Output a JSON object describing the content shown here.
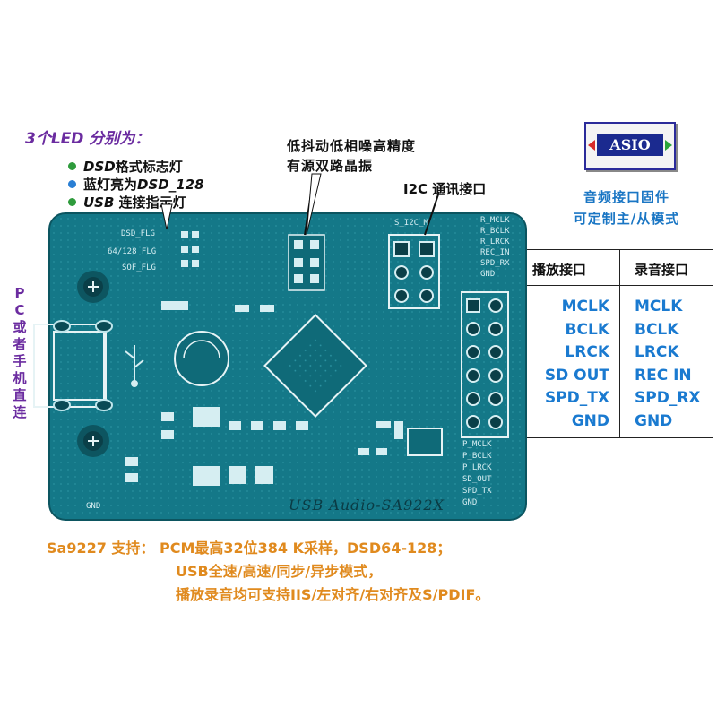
{
  "leds": {
    "title": "3个LED 分别为：",
    "items": [
      {
        "label": "DSD",
        "desc": "格式标志灯",
        "color": "#2e9b3c"
      },
      {
        "label": "蓝灯亮为",
        "desc": "DSD_128",
        "color": "#2a7fd4"
      },
      {
        "label": "USB",
        "desc": " 连接指示灯",
        "color": "#2e9b3c"
      }
    ]
  },
  "oscillator_note": {
    "line1": "低抖动低相噪高精度",
    "line2": "有源双路晶振"
  },
  "i2c_note": "I2C 通讯接口",
  "logo": {
    "text": "ASIO"
  },
  "firmware_note": {
    "line1": "音频接口固件",
    "line2": "可定制主/从模式"
  },
  "port_table": {
    "headers": [
      "播放接口",
      "录音接口"
    ],
    "playback": [
      "MCLK",
      "BCLK",
      "LRCK",
      "SD OUT",
      "SPD_TX",
      "GND"
    ],
    "record": [
      "MCLK",
      "BCLK",
      "LRCK",
      "REC IN",
      "SPD_RX",
      "GND"
    ]
  },
  "pc_label": "PC或者手机直连",
  "board": {
    "title": "USB Audio-SA922X",
    "led_silk": [
      "DSD_FLG",
      "64/128_FLG",
      "SOF_FLG"
    ],
    "i2c_silk": "S_I2C_M",
    "rec_silk": [
      "R_MCLK",
      "R_BCLK",
      "R_LRCK",
      "REC_IN",
      "SPD_RX",
      "GND"
    ],
    "play_silk": [
      "P_MCLK",
      "P_BCLK",
      "P_LRCK",
      "SD_OUT",
      "SPD_TX",
      "GND"
    ],
    "gnd_silk": "GND"
  },
  "footer": {
    "line1": "Sa9227 支持： PCM最高32位384 K采样，DSD64-128；",
    "line2": "USB全速/高速/同步/异步模式，",
    "line3": "播放录音均可支持IIS/左对齐/右对齐及S/PDIF。"
  },
  "colors": {
    "pcb": "#157a8a",
    "accent_blue": "#1a7ad0",
    "purple": "#6b2ca0",
    "orange": "#e08a1e"
  }
}
